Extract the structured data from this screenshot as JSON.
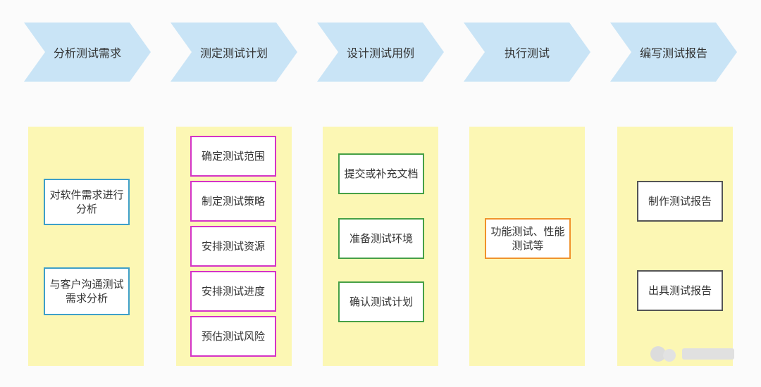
{
  "stages": [
    {
      "label": "分析测试需求"
    },
    {
      "label": "测定测试计划"
    },
    {
      "label": "设计测试用例"
    },
    {
      "label": "执行测试"
    },
    {
      "label": "编写测试报告"
    }
  ],
  "columns": [
    {
      "boxes": [
        "对软件需求进行分析",
        "与客户沟通测试需求分析"
      ]
    },
    {
      "boxes": [
        "确定测试范围",
        "制定测试策略",
        "安排测试资源",
        "安排测试进度",
        "预估测试风险"
      ]
    },
    {
      "boxes": [
        "提交或补充文档",
        "准备测试环境",
        "确认测试计划"
      ]
    },
    {
      "boxes": [
        "功能测试、性能测试等"
      ]
    },
    {
      "boxes": [
        "制作测试报告",
        "出具测试报告"
      ]
    }
  ],
  "colors": {
    "chevron": "#c9e4f6",
    "column_bg": "#fcf7b4",
    "col1_border": "#3e9fc9",
    "col2_border": "#d433c7",
    "col3_border": "#46a046",
    "col4_border": "#f0922b",
    "col5_border": "#555555"
  }
}
